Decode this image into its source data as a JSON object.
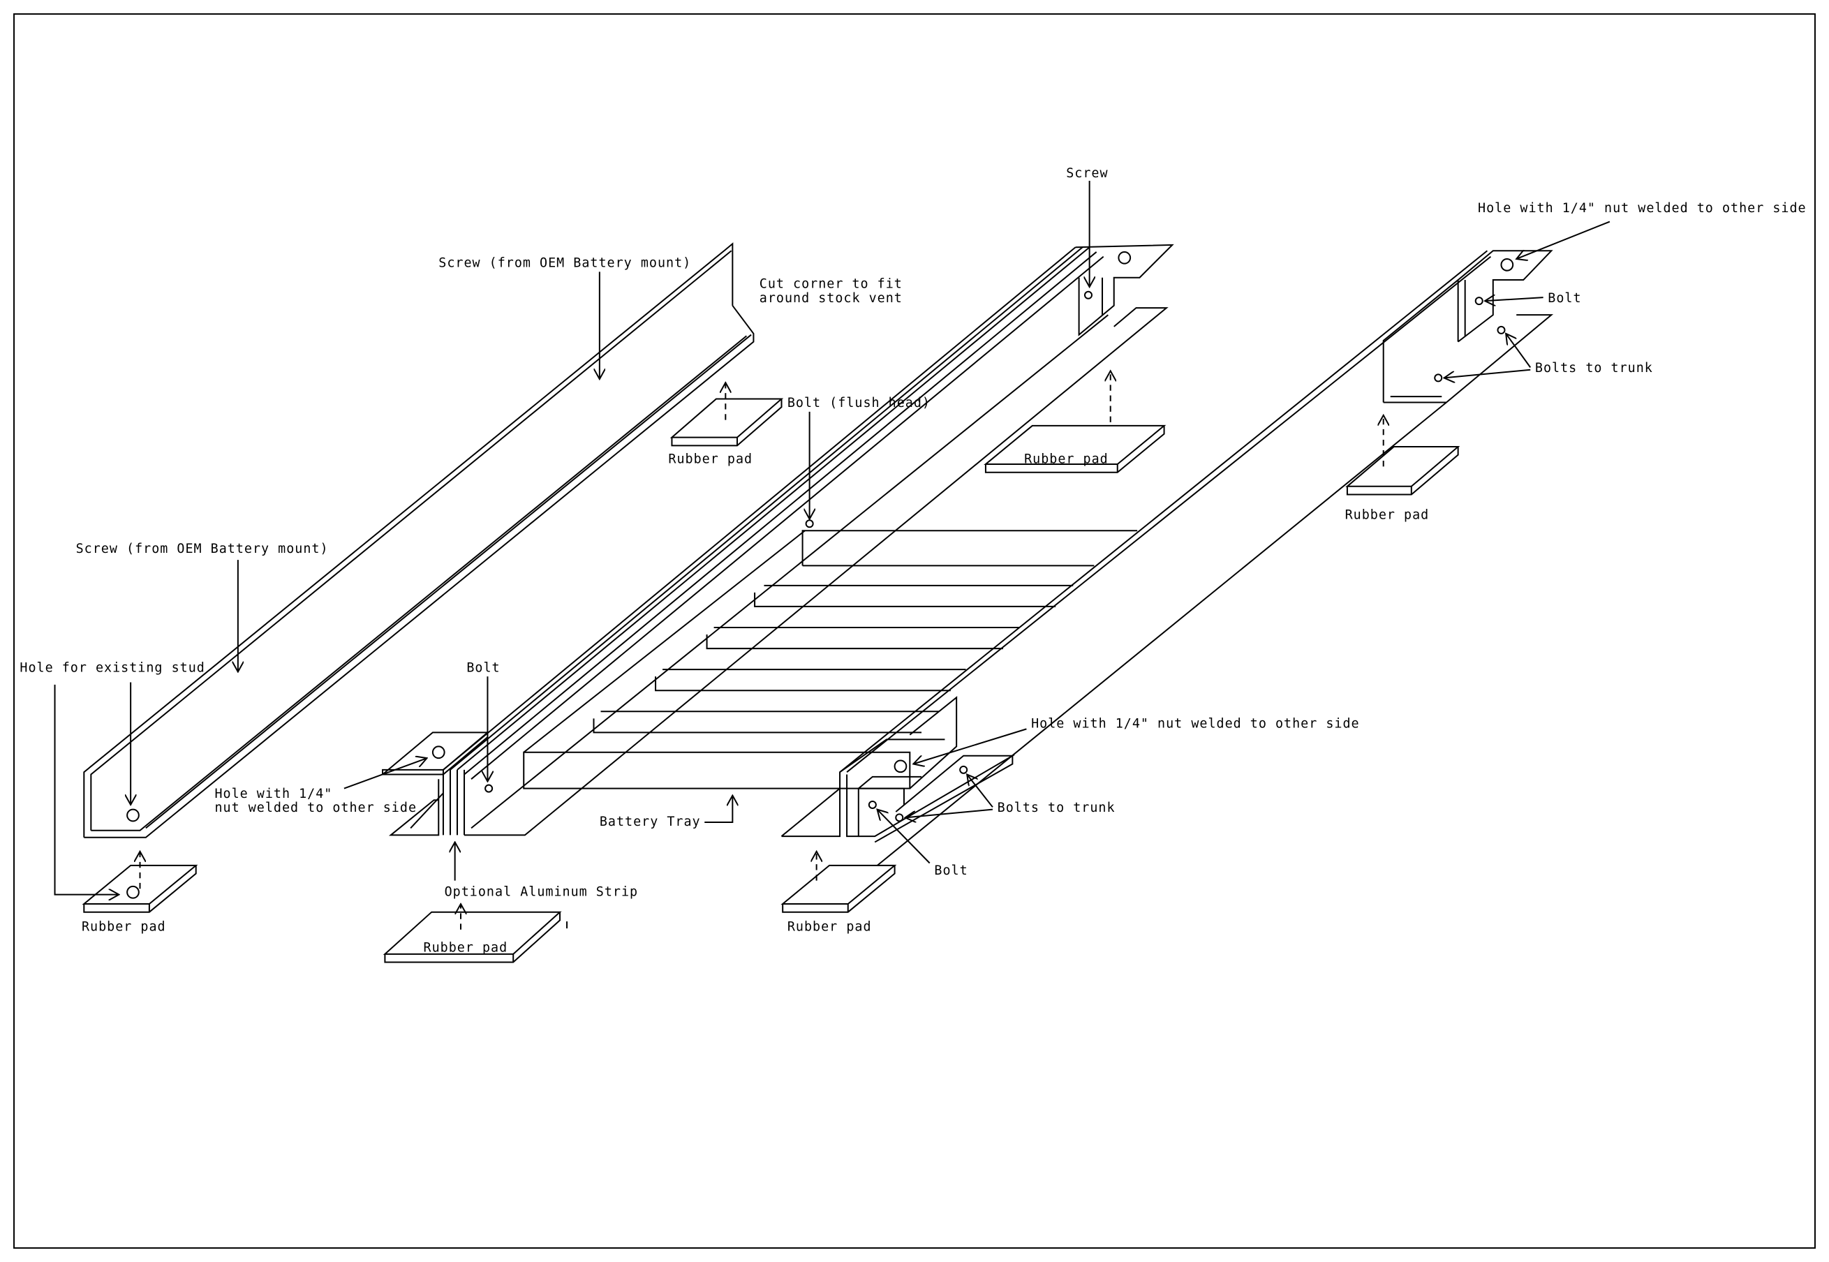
{
  "labels": {
    "screw_oem_top": "Screw (from OEM Battery mount)",
    "screw_oem_left": "Screw (from OEM Battery mount)",
    "cut_corner_1": "Cut corner to fit",
    "cut_corner_2": "around stock vent",
    "bolt_flush": "Bolt (flush head)",
    "screw": "Screw",
    "hole_nut_top_right": "Hole with 1/4\" nut welded to other side",
    "hole_nut_mid_right": "Hole with 1/4\" nut welded to other side",
    "bolt_top_right": "Bolt",
    "bolt_middle": "Bolt",
    "bolt_bottom_right": "Bolt",
    "bolts_trunk_top": "Bolts to trunk",
    "bolts_trunk_bottom": "Bolts to trunk",
    "hole_stud": "Hole for existing stud",
    "hole_nut_left_1": "Hole with 1/4\"",
    "hole_nut_left_2": "nut welded to other side",
    "battery_tray": "Battery Tray",
    "aluminum_strip": "Optional Aluminum Strip",
    "pads": [
      "Rubber pad",
      "Rubber pad",
      "Rubber pad",
      "Rubber pad",
      "Rubber pad",
      "Rubber pad"
    ]
  }
}
